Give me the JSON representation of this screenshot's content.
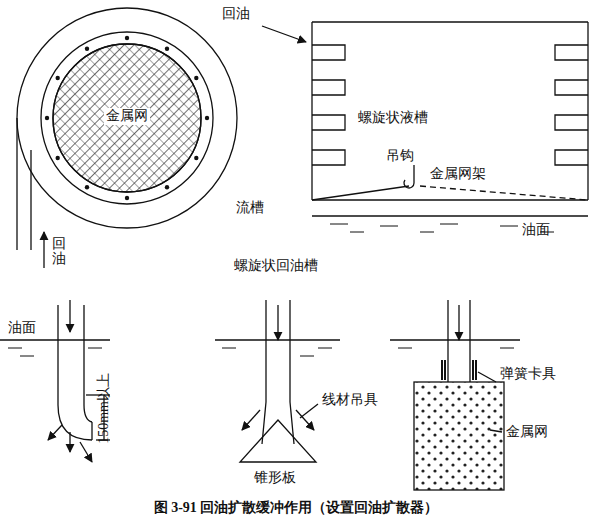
{
  "diagram": {
    "caption": "图 3-91   回油扩散缓冲作用（设置回油扩散器）",
    "labels": [
      "回油",
      "金属网",
      "螺旋状液槽",
      "流槽",
      "回油",
      "吊钩",
      "金属网架",
      "油面",
      "螺旋状回油槽",
      "油面",
      "150mm以上",
      "线材吊具",
      "锥形板",
      "弹簧卡具",
      "金属网"
    ]
  }
}
